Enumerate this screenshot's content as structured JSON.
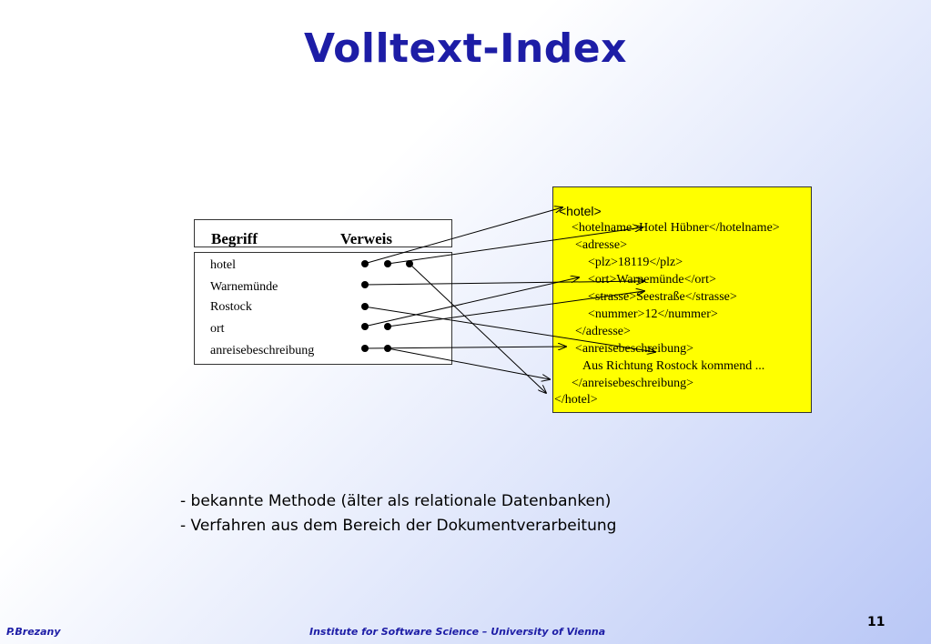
{
  "title": "Volltext-Index",
  "table": {
    "header_begriff": "Begriff",
    "header_verweis": "Verweis",
    "terms": [
      "hotel",
      "Warnemünde",
      "Rostock",
      "ort",
      "anreisebeschreibung"
    ]
  },
  "document": {
    "lines": [
      "<hotel>",
      "<hotelname>Hotel Hübner</hotelname>",
      "<adresse>",
      "<plz>18119</plz>",
      "<ort>Warnemünde</ort>",
      "<strasse>Seestraße</strasse>",
      "<nummer>12</nummer>",
      "</adresse>",
      "<anreisebeschreibung>",
      "Aus Richtung Rostock kommend ...",
      "</anreisebeschreibung>",
      "</hotel>"
    ]
  },
  "bullets": [
    "- bekannte Methode (älter als relationale Datenbanken)",
    "- Verfahren aus dem Bereich der Dokumentverarbeitung"
  ],
  "footer": {
    "author": "P.Brezany",
    "institute": "Institute for Software Science – University of Vienna",
    "page": "11"
  }
}
